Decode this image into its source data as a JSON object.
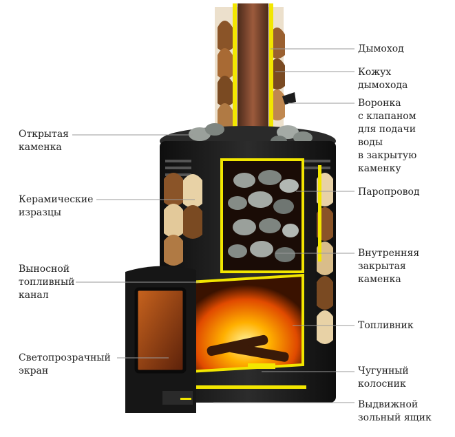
{
  "labels": {
    "left": [
      {
        "id": "open-heater",
        "text": "Открытая\nкаменка"
      },
      {
        "id": "ceramic-tiles",
        "text": "Керамические\nизразцы"
      },
      {
        "id": "fuel-channel",
        "text": "Выносной\nтопливный\nканал"
      },
      {
        "id": "glass-screen",
        "text": "Светопрозрачный\nэкран"
      }
    ],
    "right": [
      {
        "id": "chimney",
        "text": "Дымоход"
      },
      {
        "id": "chimney-casing",
        "text": "Кожух\nдымохода"
      },
      {
        "id": "water-funnel",
        "text": "Воронка\nс клапаном\nдля подачи\nводы\nв закрытую\nкаменку"
      },
      {
        "id": "steam-duct",
        "text": "Паропровод"
      },
      {
        "id": "inner-heater",
        "text": "Внутренняя\nзакрытая\nкаменка"
      },
      {
        "id": "firebox",
        "text": "Топливник"
      },
      {
        "id": "grate",
        "text": "Чугунный\nколосник"
      },
      {
        "id": "ash-drawer",
        "text": "Выдвижной\nзольный ящик"
      }
    ]
  },
  "colors": {
    "stove_body": "#1c1c1c",
    "highlight": "#f2e600",
    "tile_dark": "#7a4a22",
    "tile_light": "#e8d2a6",
    "stone": "#8e9590",
    "flame": "#ff8a00",
    "leader": "#9a9a9a"
  }
}
